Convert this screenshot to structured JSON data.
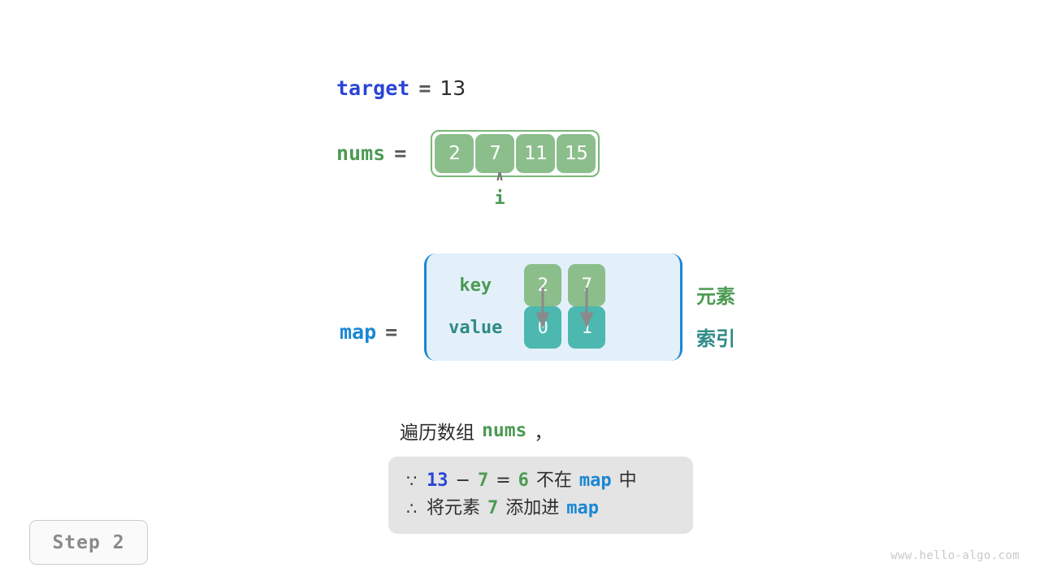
{
  "target": {
    "name": "target",
    "equals": "=",
    "value": "13"
  },
  "nums": {
    "name": "nums",
    "equals": "=",
    "cells": [
      "2",
      "7",
      "11",
      "15"
    ]
  },
  "pointer": {
    "caret": "∧",
    "label": "i",
    "index": 1
  },
  "map": {
    "name": "map",
    "equals": "=",
    "key_label": "key",
    "value_label": "value",
    "keys": [
      "2",
      "7"
    ],
    "values": [
      "0",
      "1"
    ],
    "side_labels": {
      "element": "元素",
      "index": "索引"
    }
  },
  "caption": {
    "prefix": "遍历数组",
    "var": "nums",
    "suffix": "，"
  },
  "note": {
    "line1": {
      "symbol": "∵",
      "a": "13",
      "minus": "−",
      "b": "7",
      "eq": "=",
      "result": "6",
      "text": "不在",
      "map": "map",
      "tail": "中"
    },
    "line2": {
      "symbol": "∴",
      "text": "将元素",
      "num": "7",
      "text2": "添加进",
      "map": "map"
    }
  },
  "step": {
    "label": "Step 2"
  },
  "watermark": {
    "text": "www.hello-algo.com"
  },
  "colors": {
    "var_blue": "#2A45D6",
    "var_light_blue": "#1B87D4",
    "var_green": "#4C9A53",
    "cell_green": "#8CBE8C",
    "cell_teal": "#4CB8B0",
    "map_bg": "#E3F0FA",
    "note_bg": "#E4E4E4",
    "arrow_gray": "#8A8A8A"
  }
}
